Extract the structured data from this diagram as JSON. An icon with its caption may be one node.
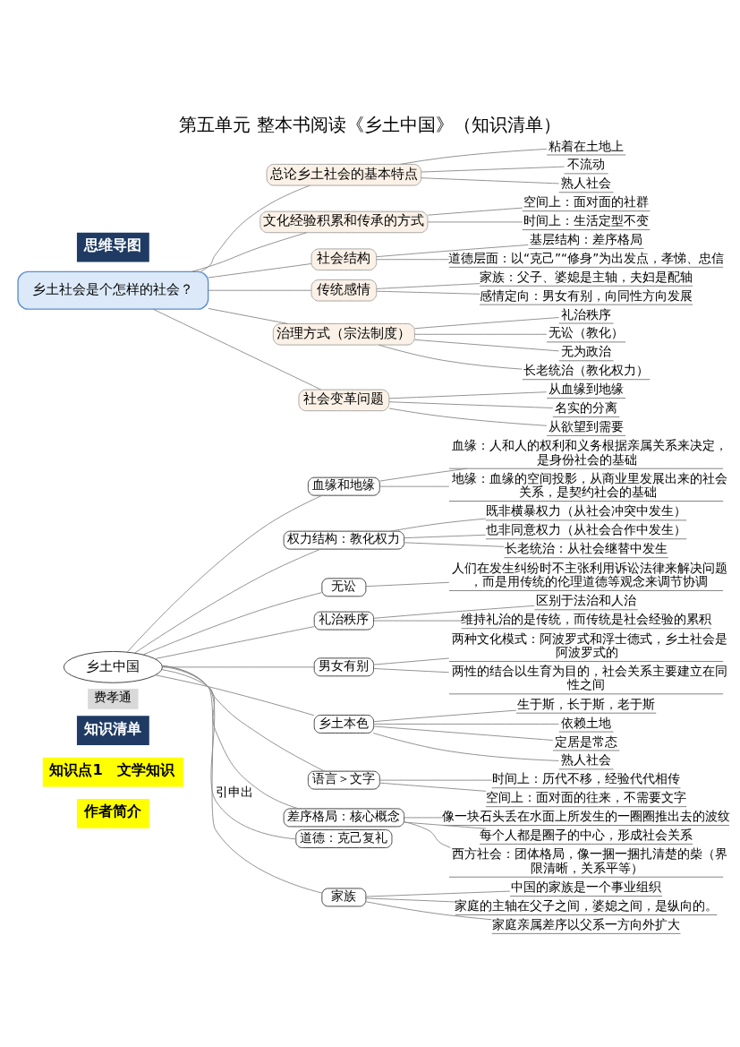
{
  "diagram": {
    "title": "第五单元 整本书阅读《乡土中国》（知识清单）",
    "nodes": [
      {
        "text": [
          "乡土社会是个怎样的社会？"
        ]
      },
      {
        "text": [
          "总论乡土社会的基本特点"
        ]
      },
      {
        "text": [
          "粘着在土地上"
        ]
      },
      {
        "text": [
          "不流动"
        ]
      },
      {
        "text": [
          "熟人社会"
        ]
      },
      {
        "text": [
          "文化经验积累和传承的方式"
        ]
      },
      {
        "text": [
          "空间上：面对面的社群"
        ]
      },
      {
        "text": [
          "时间上：生活定型不变"
        ]
      },
      {
        "text": [
          "社会结构"
        ]
      },
      {
        "text": [
          "基层结构：差序格局"
        ]
      },
      {
        "text": [
          "道德层面：以“克己”“修身”为出发点，孝悌、忠信"
        ]
      },
      {
        "text": [
          "传统感情"
        ]
      },
      {
        "text": [
          "家族：父子、婆媳是主轴，夫妇是配轴"
        ]
      },
      {
        "text": [
          "感情定向：男女有别，向同性方向发展"
        ]
      },
      {
        "text": [
          "治理方式（宗法制度）"
        ]
      },
      {
        "text": [
          "礼治秩序"
        ]
      },
      {
        "text": [
          "无讼（教化）"
        ]
      },
      {
        "text": [
          "无为政治"
        ]
      },
      {
        "text": [
          "长老统治（教化权力）"
        ]
      },
      {
        "text": [
          "社会变革问题"
        ]
      },
      {
        "text": [
          "从血缘到地缘"
        ]
      },
      {
        "text": [
          "名实的分离"
        ]
      },
      {
        "text": [
          "从欲望到需要"
        ]
      },
      {
        "text": [
          "乡土中国"
        ],
        "beside": [
          "费孝通"
        ]
      },
      {
        "text": [
          "血缘和地缘"
        ]
      },
      {
        "text": [
          "血缘：人和人的权利和义务根据亲属关系来决定，是身份社会的基础"
        ]
      },
      {
        "text": [
          "地缘：血缘的空间投影，从商业里发展出来的社会关系，是契约社会的基础"
        ]
      },
      {
        "text": [
          "权力结构：教化权力"
        ]
      },
      {
        "text": [
          "既非横暴权力（从社会冲突中发生）"
        ]
      },
      {
        "text": [
          "也非同意权力（从社会合作中发生）"
        ]
      },
      {
        "text": [
          "长老统治：从社会继替中发生"
        ]
      },
      {
        "text": [
          "无讼"
        ]
      },
      {
        "text": [
          "人们在发生纠纷时不主张利用诉讼法律来解决问题，而是用传统的伦理道德等观念来调节协调"
        ]
      },
      {
        "text": [
          "礼治秩序"
        ]
      },
      {
        "text": [
          "区别于法治和人治"
        ]
      },
      {
        "text": [
          "维持礼治的是传统，而传统是社会经验的累积"
        ]
      },
      {
        "text": [
          "男女有别"
        ]
      },
      {
        "text": [
          "两种文化模式：阿波罗式和浮士德式，乡土社会是阿波罗式的"
        ]
      },
      {
        "text": [
          "两性的结合以生育为目的，社会关系主要建立在同性之间"
        ]
      },
      {
        "text": [
          "乡土本色"
        ]
      },
      {
        "text": [
          "生于斯，长于斯，老于斯"
        ]
      },
      {
        "text": [
          "依赖土地"
        ]
      },
      {
        "text": [
          "定居是常态"
        ]
      },
      {
        "text": [
          "熟人社会"
        ]
      },
      {
        "text": [
          "语言＞文字"
        ]
      },
      {
        "text": [
          "时间上：历代不移，经验代代相传"
        ]
      },
      {
        "text": [
          "空间上：面对面的往来，不需要文字"
        ]
      },
      {
        "text": [
          "差序格局：核心概念"
        ]
      },
      {
        "text": [
          "像一块石头丢在水面上所发生的一圈圈推出去的波纹"
        ]
      },
      {
        "text": [
          "每个人都是圈子的中心，形成社会关系"
        ]
      },
      {
        "text": [
          "西方社会：团体格局，像一捆一捆扎清楚的柴（界限清晰，关系平等）"
        ]
      },
      {
        "text": [
          "道德：克己复礼"
        ]
      },
      {
        "text": [
          "家族"
        ]
      },
      {
        "text": [
          "中国的家族是一个事业组织"
        ]
      },
      {
        "text": [
          "家庭的主轴在父子之间，婆媳之间，是纵向的。"
        ]
      },
      {
        "text": [
          "家庭亲属差序以父系一方向外扩大"
        ]
      }
    ],
    "edges": [
      {
        "from": 0,
        "to": 1,
        "arrow": "none"
      },
      {
        "from": 1,
        "to": 2,
        "arrow": "none"
      },
      {
        "from": 1,
        "to": 3,
        "arrow": "none"
      },
      {
        "from": 1,
        "to": 4,
        "arrow": "none"
      },
      {
        "from": 0,
        "to": 5,
        "arrow": "none"
      },
      {
        "from": 5,
        "to": 6,
        "arrow": "none"
      },
      {
        "from": 5,
        "to": 7,
        "arrow": "none"
      },
      {
        "from": 0,
        "to": 8,
        "arrow": "none"
      },
      {
        "from": 8,
        "to": 9,
        "arrow": "none"
      },
      {
        "from": 8,
        "to": 10,
        "arrow": "none"
      },
      {
        "from": 0,
        "to": 11,
        "arrow": "none"
      },
      {
        "from": 11,
        "to": 12,
        "arrow": "none"
      },
      {
        "from": 11,
        "to": 13,
        "arrow": "none"
      },
      {
        "from": 0,
        "to": 14,
        "arrow": "none"
      },
      {
        "from": 14,
        "to": 15,
        "arrow": "none"
      },
      {
        "from": 14,
        "to": 16,
        "arrow": "none"
      },
      {
        "from": 14,
        "to": 17,
        "arrow": "none"
      },
      {
        "from": 14,
        "to": 18,
        "arrow": "none"
      },
      {
        "from": 0,
        "to": 19,
        "arrow": "none"
      },
      {
        "from": 19,
        "to": 20,
        "arrow": "none"
      },
      {
        "from": 19,
        "to": 21,
        "arrow": "none"
      },
      {
        "from": 19,
        "to": 22,
        "arrow": "none"
      },
      {
        "from": 23,
        "to": 24,
        "arrow": "none"
      },
      {
        "from": 24,
        "to": 25,
        "arrow": "none"
      },
      {
        "from": 24,
        "to": 26,
        "arrow": "none"
      },
      {
        "from": 23,
        "to": 27,
        "arrow": "none"
      },
      {
        "from": 27,
        "to": 28,
        "arrow": "none"
      },
      {
        "from": 27,
        "to": 29,
        "arrow": "none"
      },
      {
        "from": 27,
        "to": 30,
        "arrow": "none"
      },
      {
        "from": 23,
        "to": 31,
        "arrow": "none"
      },
      {
        "from": 31,
        "to": 32,
        "arrow": "none"
      },
      {
        "from": 23,
        "to": 33,
        "arrow": "none"
      },
      {
        "from": 33,
        "to": 34,
        "arrow": "none"
      },
      {
        "from": 33,
        "to": 35,
        "arrow": "none"
      },
      {
        "from": 23,
        "to": 36,
        "arrow": "none"
      },
      {
        "from": 36,
        "to": 37,
        "arrow": "none"
      },
      {
        "from": 36,
        "to": 38,
        "arrow": "none"
      },
      {
        "from": 23,
        "to": 39,
        "arrow": "none"
      },
      {
        "from": 39,
        "to": 40,
        "arrow": "none"
      },
      {
        "from": 39,
        "to": 41,
        "arrow": "none"
      },
      {
        "from": 39,
        "to": 42,
        "arrow": "none"
      },
      {
        "from": 39,
        "to": 43,
        "arrow": "none"
      },
      {
        "from": 23,
        "to": 44,
        "arrow": "none"
      },
      {
        "from": 44,
        "to": 45,
        "arrow": "none"
      },
      {
        "from": 44,
        "to": 46,
        "arrow": "none"
      },
      {
        "from": 23,
        "to": 47,
        "arrow": "none"
      },
      {
        "from": 47,
        "to": 48,
        "arrow": "none"
      },
      {
        "from": 47,
        "to": 49,
        "arrow": "none"
      },
      {
        "from": 47,
        "to": 50,
        "arrow": "none"
      },
      {
        "from": 23,
        "to": 51,
        "label": "引申出",
        "arrow": "none"
      },
      {
        "from": 23,
        "to": 52,
        "arrow": "none"
      },
      {
        "from": 52,
        "to": 53,
        "arrow": "none"
      },
      {
        "from": 52,
        "to": 54,
        "arrow": "none"
      },
      {
        "from": 52,
        "to": 55,
        "arrow": "none"
      }
    ],
    "labels": [
      "思维导图",
      "知识清单",
      "知识点1　文学知识",
      "作者简介"
    ]
  }
}
